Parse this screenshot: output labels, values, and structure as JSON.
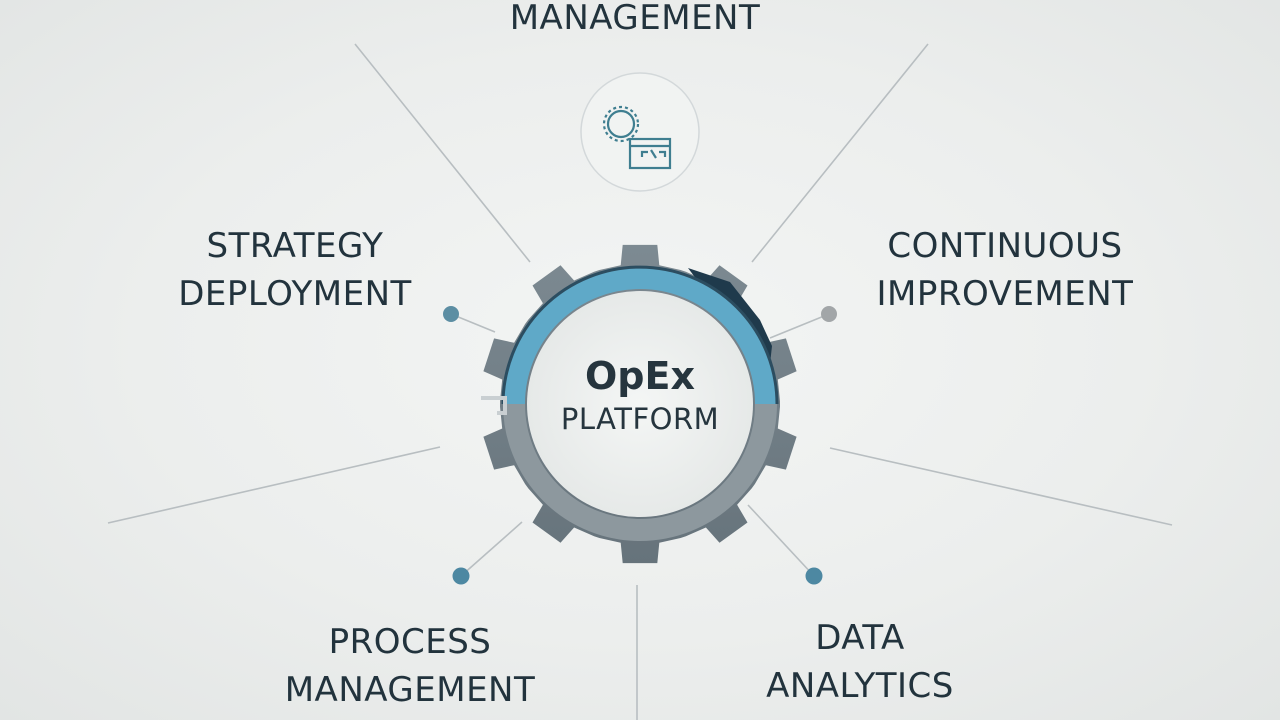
{
  "center": {
    "title": "OpEx",
    "subtitle": "PLATFORM"
  },
  "labels": {
    "top": [
      "MANAGEMENT"
    ],
    "strategy": [
      "STRATEGY",
      "DEPLOYMENT"
    ],
    "continuous": [
      "CONTINUOUS",
      "IMPROVEMENT"
    ],
    "process": [
      "PROCESS",
      "MANAGEMENT"
    ],
    "data": [
      "DATA",
      "ANALYTICS"
    ]
  },
  "icons": {
    "top": "gear-window-icon"
  },
  "colors": {
    "text": "#22333d",
    "accent_blue": "#5fa9c8",
    "dark_navy": "#1f3a4c",
    "gear_gray": "#7f8c94",
    "gear_light": "#a3acb1",
    "dot_teal": "#4e89a3",
    "dot_gray": "#a0a5a8",
    "line": "#b9bfc2"
  }
}
